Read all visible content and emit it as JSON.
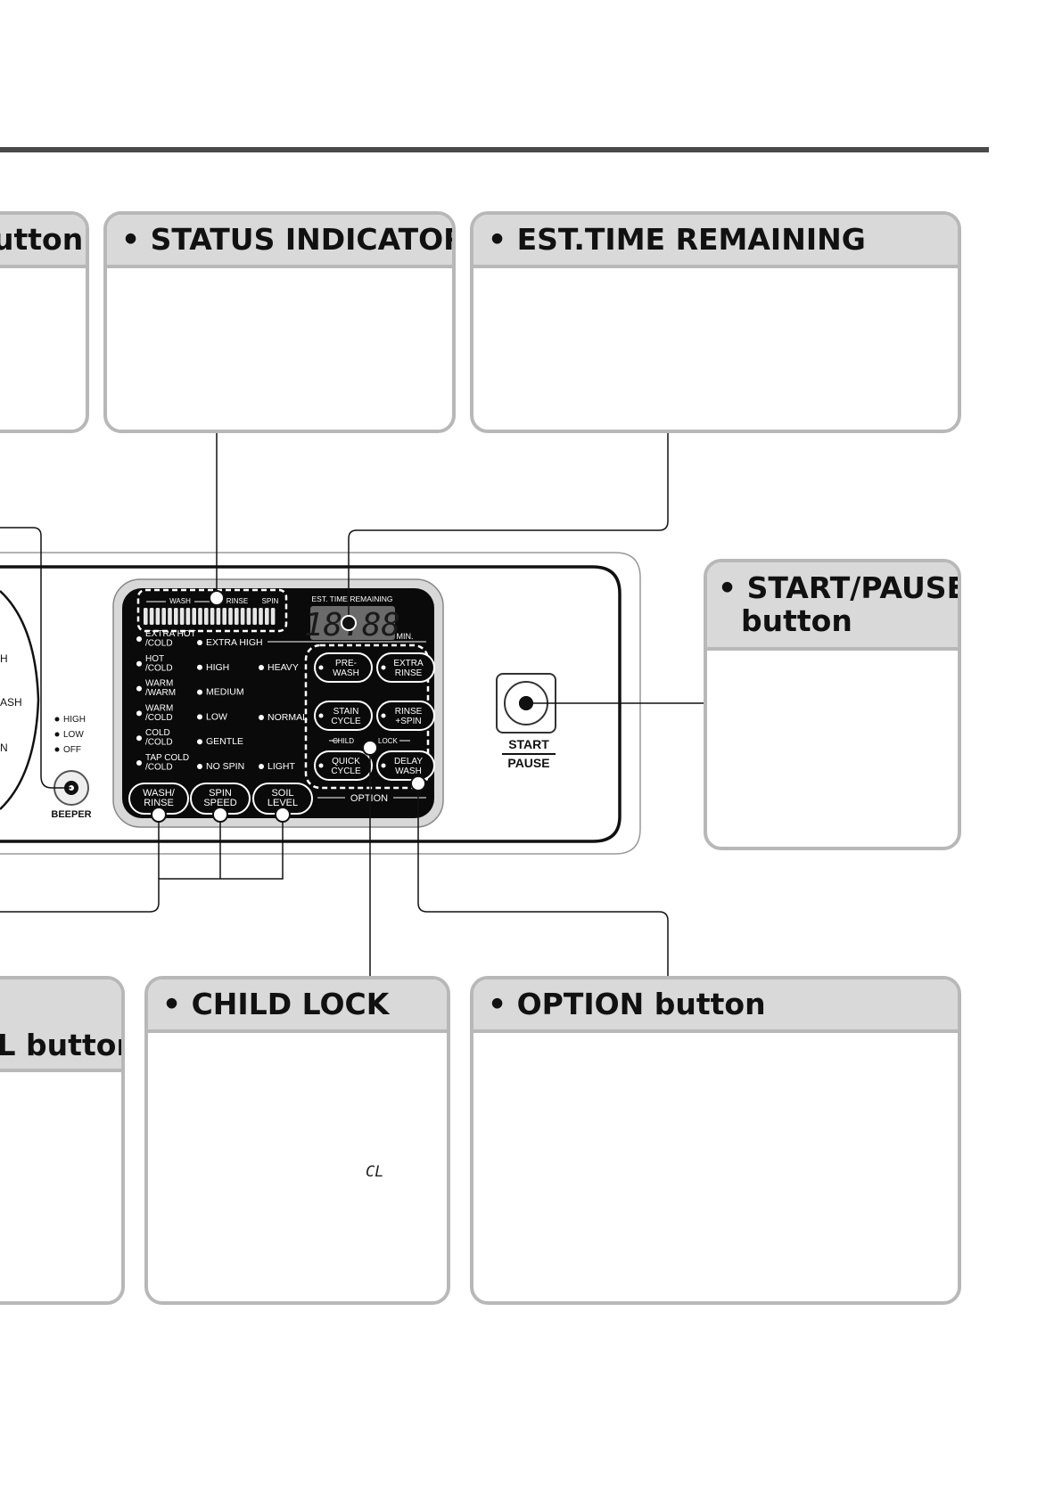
{
  "boxes": {
    "button_partial": "utton",
    "status_indicator": "• STATUS INDICATOR",
    "est_time": "• EST.TIME REMAINING",
    "start_pause_line1": "• START/PAUSE",
    "start_pause_line2": "button",
    "level_partial": "EL button",
    "child_lock": "• CHILD LOCK",
    "option_button": "• OPTION button"
  },
  "child_lock_glyph": "CL",
  "panel": {
    "status_segments": [
      "WASH",
      "RINSE",
      "SPIN"
    ],
    "est_label": "EST. TIME REMAINING",
    "digits": "18:88",
    "min": "MIN.",
    "temps": [
      "EXTRA HOT\n/COLD",
      "HOT\n/COLD",
      "WARM\n/WARM",
      "WARM\n/COLD",
      "COLD\n/COLD",
      "TAP COLD\n/COLD"
    ],
    "spins": [
      "EXTRA HIGH",
      "HIGH",
      "MEDIUM",
      "LOW",
      "GENTLE",
      "NO SPIN"
    ],
    "soils": [
      "HEAVY",
      "NORMAL",
      "LIGHT"
    ],
    "options": [
      "PRE-\nWASH",
      "EXTRA\nRINSE",
      "STAIN\nCYCLE",
      "RINSE\n+SPIN",
      "QUICK\nCYCLE",
      "DELAY\nWASH"
    ],
    "child_lock_small": "CHILD",
    "lock_small": "LOCK",
    "option_label": "OPTION",
    "bottom_buttons": [
      "WASH/\nRINSE",
      "SPIN\nSPEED",
      "SOIL\nLEVEL"
    ],
    "beeper_levels": [
      "HIGH",
      "LOW",
      "OFF"
    ],
    "beeper": "BEEPER",
    "left_partial": [
      "H",
      "ASH",
      "N"
    ],
    "start": "START",
    "pause": "PAUSE"
  }
}
